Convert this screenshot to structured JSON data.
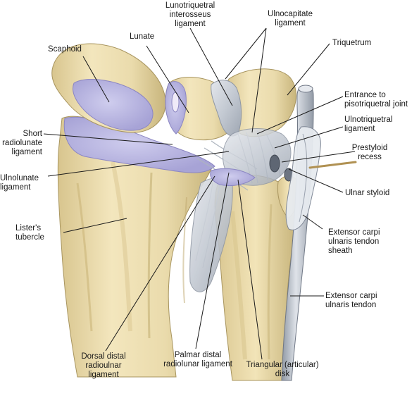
{
  "labels": {
    "lunotriquetral": [
      "Lunotriquetral",
      "interosseus",
      "ligament"
    ],
    "ulnocapitate": [
      "Ulnocapitate",
      "ligament"
    ],
    "lunate": [
      "Lunate"
    ],
    "scaphoid": [
      "Scaphoid"
    ],
    "triquetrum": [
      "Triquetrum"
    ],
    "entrance": [
      "Entrance to",
      "pisotriquetral joint"
    ],
    "ulnotriquetral": [
      "Ulnotriquetral",
      "ligament"
    ],
    "short_radiolunate": [
      "Short",
      "radiolunate",
      "ligament"
    ],
    "prestyloid": [
      "Prestyloid",
      "recess"
    ],
    "ulnolunate": [
      "Ulnolunate",
      "ligament"
    ],
    "ulnar_styloid": [
      "Ulnar styloid"
    ],
    "listers": [
      "Lister's",
      "tubercle"
    ],
    "ecu_sheath": [
      "Extensor carpi",
      "ulnaris tendon",
      "sheath"
    ],
    "ecu_tendon": [
      "Extensor carpi",
      "ulnaris tendon"
    ],
    "dorsal_distal": [
      "Dorsal distal",
      "radioulnar",
      "ligament"
    ],
    "palmar_distal": [
      "Palmar distal",
      "radiolunar ligament"
    ],
    "triangular": [
      "Triangular (articular)",
      "disk"
    ]
  },
  "colors": {
    "bone": "#eedfb2",
    "bone_shade": "#c9b57e",
    "cartilage": "#b8b5e0",
    "ligament": "#cfd4dc",
    "ligament_shade": "#8e96a3",
    "leader": "#1a1a1a"
  }
}
